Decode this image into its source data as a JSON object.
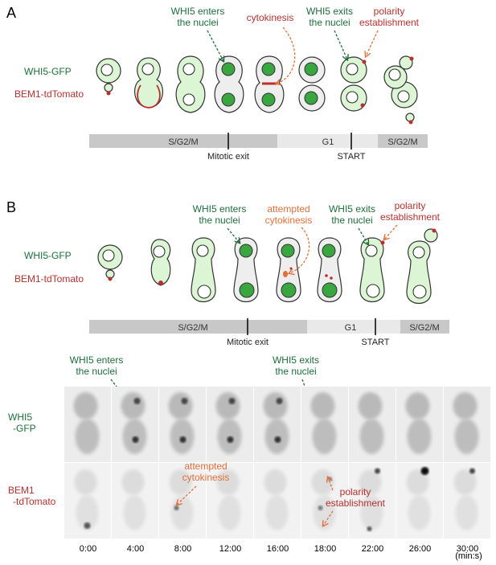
{
  "panel_a": {
    "letter": "A",
    "label_whi5": "WHI5-GFP",
    "label_bem1": "BEM1-tdTomato",
    "ann_enters": [
      "WHI5 enters",
      "the nuclei"
    ],
    "ann_cytokinesis": "cytokinesis",
    "ann_exits": [
      "WHI5 exits",
      "the nuclei"
    ],
    "ann_polarity": [
      "polarity",
      "establishment"
    ],
    "phase_sg2m_1": "S/G2/M",
    "phase_g1": "G1",
    "phase_sg2m_2": "S/G2/M",
    "mitotic_exit": "Mitotic exit",
    "start": "START"
  },
  "panel_b": {
    "letter": "B",
    "label_whi5": "WHI5-GFP",
    "label_bem1": "BEM1-tdTomato",
    "ann_enters": [
      "WHI5 enters",
      "the nuclei"
    ],
    "ann_attempted": [
      "attempted",
      "cytokinesis"
    ],
    "ann_exits": [
      "WHI5 exits",
      "the nuclei"
    ],
    "ann_polarity": [
      "polarity",
      "establishment"
    ],
    "phase_sg2m_1": "S/G2/M",
    "phase_g1": "G1",
    "phase_sg2m_2": "S/G2/M",
    "mitotic_exit": "Mitotic exit",
    "start": "START"
  },
  "micrographs": {
    "row1_label": [
      "WHI5",
      "-GFP"
    ],
    "row2_label": [
      "BEM1",
      "-tdTomato"
    ],
    "ann_enters": [
      "WHI5 enters",
      "the nuclei"
    ],
    "ann_exits": [
      "WHI5 exits",
      "the nuclei"
    ],
    "ann_attempted": [
      "attempted",
      "cytokinesis"
    ],
    "ann_polarity": [
      "polarity",
      "establishment"
    ],
    "times": [
      "0:00",
      "4:00",
      "8:00",
      "12:00",
      "16:00",
      "18:00",
      "22:00",
      "26:00",
      "30:00"
    ],
    "unit": "(min:s)"
  },
  "colors": {
    "green": "#1e6e3c",
    "red": "#b8302e",
    "orange": "#e0703a",
    "cell_fill": "#dcf5d4",
    "nucleus": "#3aa640",
    "bar_dark": "#c8c8c8",
    "bar_light": "#e9e9e9"
  }
}
